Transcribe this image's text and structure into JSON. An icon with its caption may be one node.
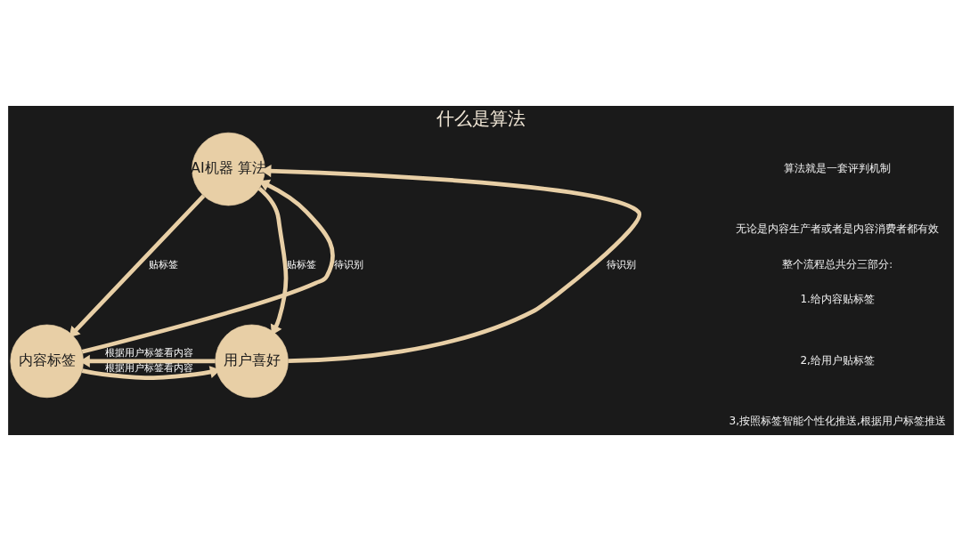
{
  "diagram": {
    "title": "什么是算法",
    "nodes": [
      {
        "text": [
          "AI机器 算法"
        ]
      },
      {
        "text": [
          "内容标签"
        ]
      },
      {
        "text": [
          "用户喜好"
        ]
      }
    ],
    "edges": [
      {
        "from": 1,
        "to": 0,
        "arrow": "to",
        "label": "待识别"
      },
      {
        "from": 0,
        "to": 1,
        "arrow": "to",
        "label": "贴标签"
      },
      {
        "from": 0,
        "to": 2,
        "arrow": "to",
        "label": "贴标签"
      },
      {
        "from": 2,
        "to": 0,
        "arrow": "to",
        "label": "待识别"
      },
      {
        "from": 2,
        "to": 1,
        "arrow": "to",
        "label": "根据用户标签看内容"
      },
      {
        "from": 1,
        "to": 2,
        "arrow": "to",
        "label": "根据用户标签看内容"
      }
    ],
    "labels": [
      "算法就是一套评判机制",
      "无论是内容生产者或者是内容消费者都有效",
      "整个流程总共分三部分:",
      "1.给内容贴标签",
      "2,给用户贴标签",
      "3,按照标签智能个性化推送,根据用户标签推送"
    ]
  }
}
